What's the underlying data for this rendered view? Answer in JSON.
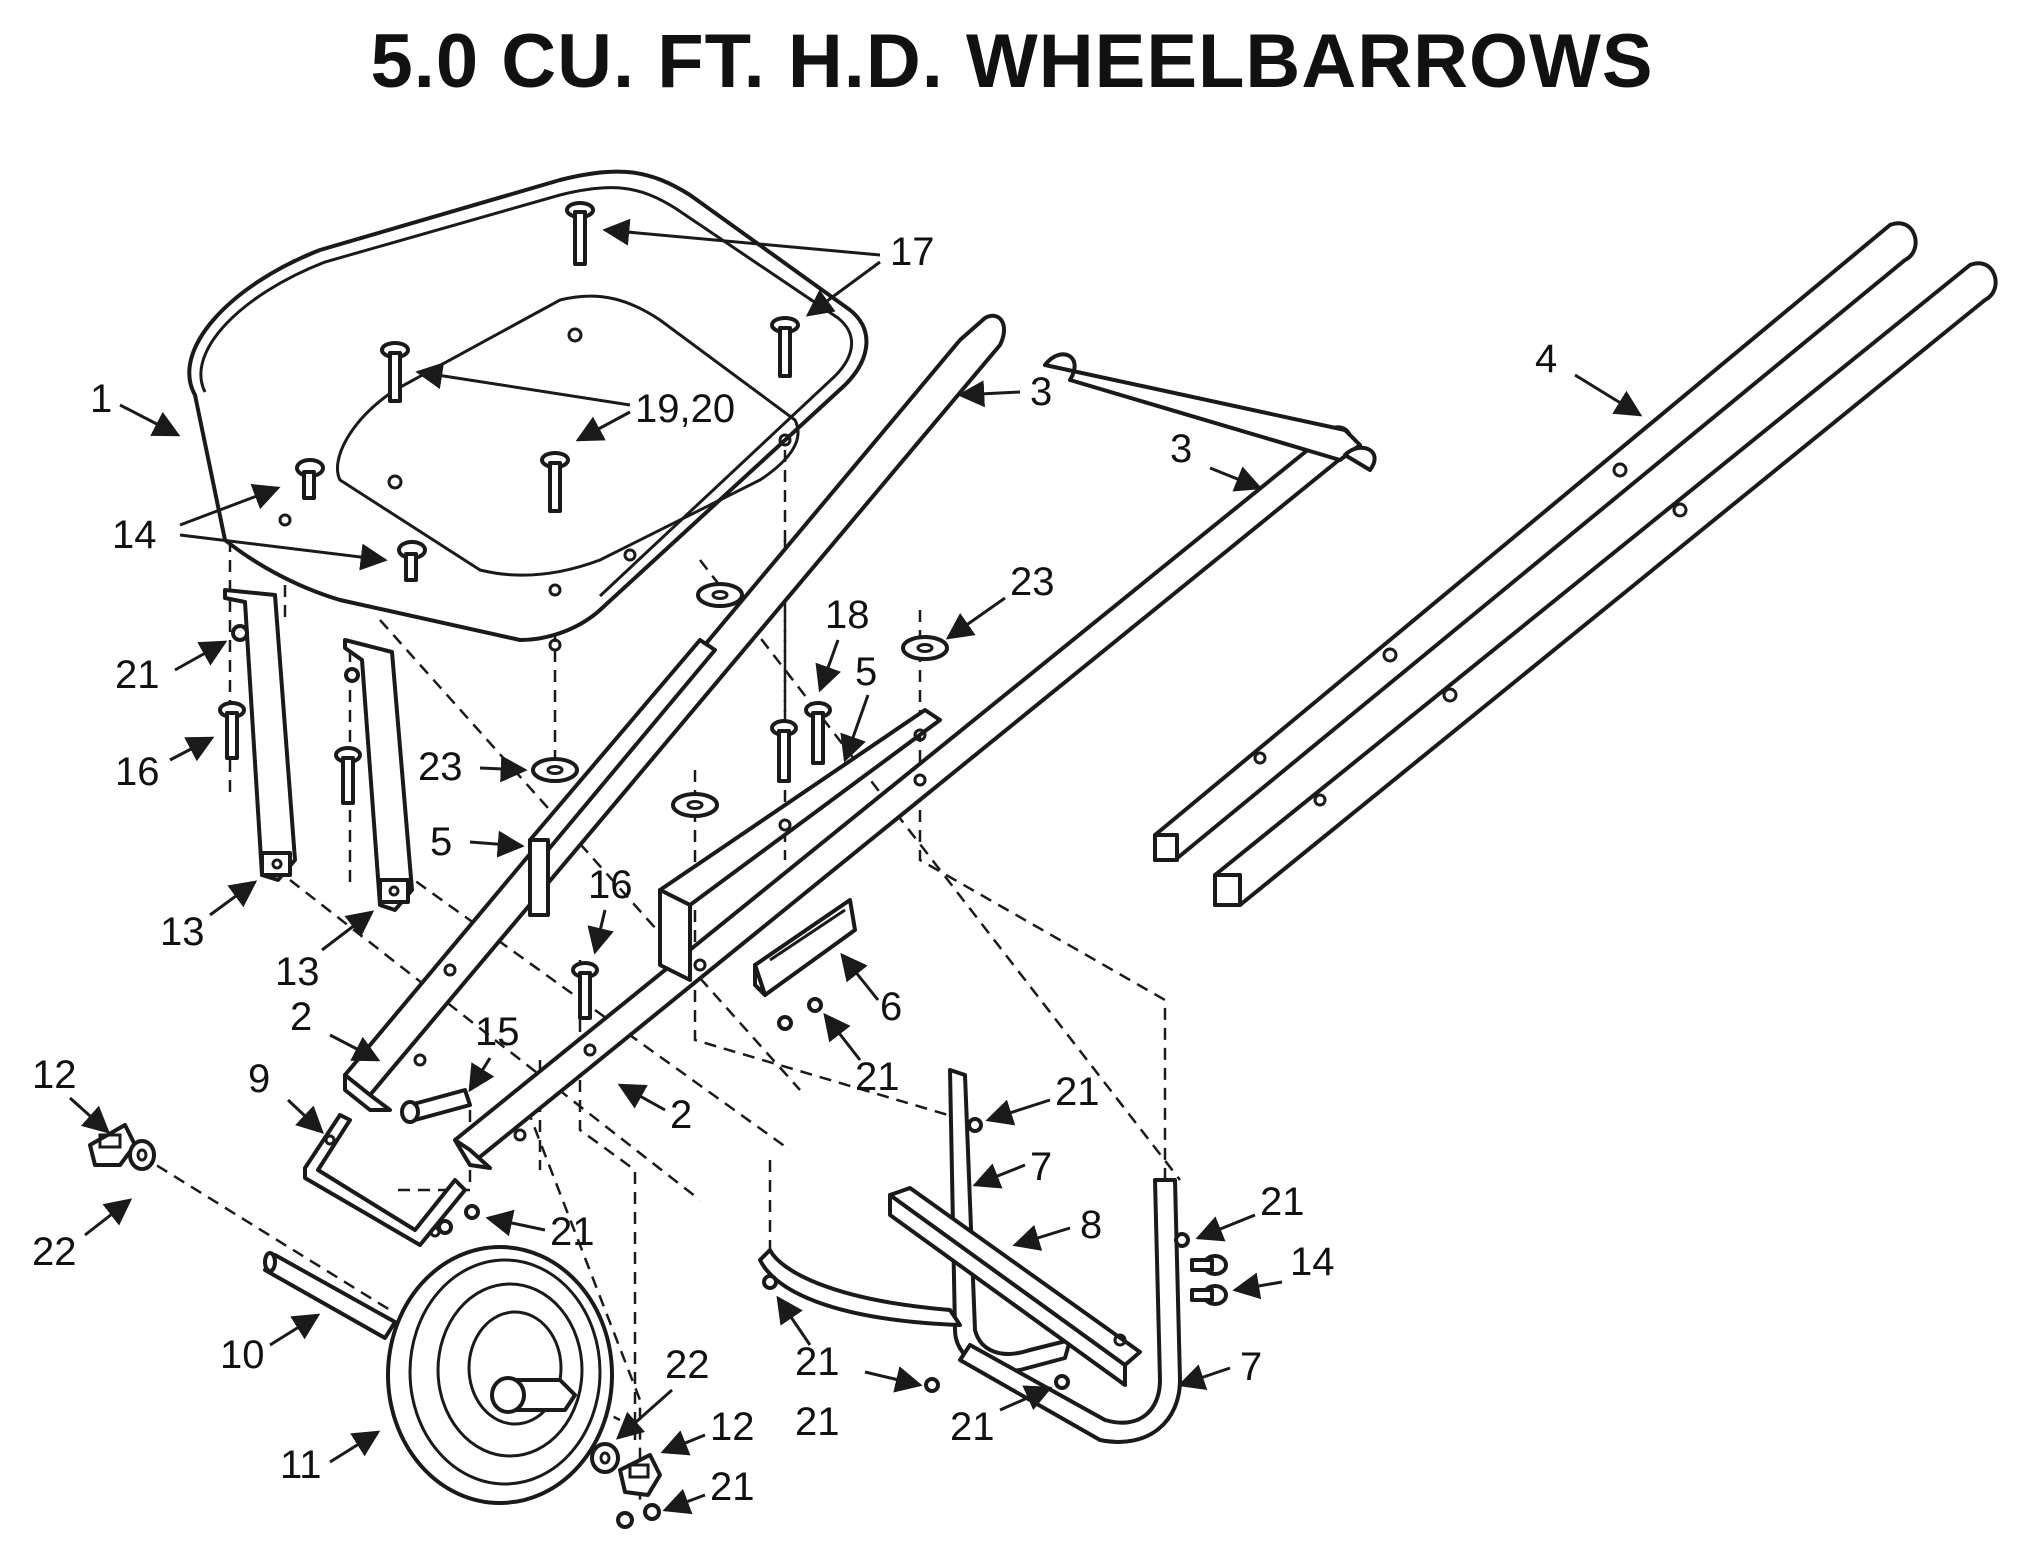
{
  "title": "5.0 CU. FT. H.D. WHEELBARROWS",
  "parts": [
    {
      "id": "tray",
      "label": "1"
    },
    {
      "id": "handle-left",
      "label": "2"
    },
    {
      "id": "handle-right",
      "label": "2"
    },
    {
      "id": "handle-extension-a",
      "label": "3"
    },
    {
      "id": "handle-extension-b",
      "label": "3"
    },
    {
      "id": "handle-pair",
      "label": "4"
    },
    {
      "id": "cross-brace-left",
      "label": "5"
    },
    {
      "id": "cross-brace-right",
      "label": "5"
    },
    {
      "id": "channel-brace",
      "label": "6"
    },
    {
      "id": "leg-front",
      "label": "7"
    },
    {
      "id": "leg-rear",
      "label": "7"
    },
    {
      "id": "leg-stabilizer",
      "label": "8"
    },
    {
      "id": "axle-bracket",
      "label": "9"
    },
    {
      "id": "axle",
      "label": "10"
    },
    {
      "id": "wheel",
      "label": "11"
    },
    {
      "id": "axle-clamp-left",
      "label": "12"
    },
    {
      "id": "axle-clamp-right",
      "label": "12"
    },
    {
      "id": "tray-brace-left",
      "label": "13"
    },
    {
      "id": "tray-brace-right",
      "label": "13"
    },
    {
      "id": "carriage-bolt-tray",
      "label": "14"
    },
    {
      "id": "carriage-bolt-leg",
      "label": "14"
    },
    {
      "id": "bolt-15",
      "label": "15"
    },
    {
      "id": "bolt-16-a",
      "label": "16"
    },
    {
      "id": "bolt-16-b",
      "label": "16"
    },
    {
      "id": "bolt-17",
      "label": "17"
    },
    {
      "id": "bolt-18",
      "label": "18"
    },
    {
      "id": "bolt-19-20",
      "label": "19,20"
    },
    {
      "id": "nut-21-a",
      "label": "21"
    },
    {
      "id": "nut-21-b",
      "label": "21"
    },
    {
      "id": "nut-21-c",
      "label": "21"
    },
    {
      "id": "nut-21-d",
      "label": "21"
    },
    {
      "id": "nut-21-e",
      "label": "21"
    },
    {
      "id": "nut-21-f",
      "label": "21"
    },
    {
      "id": "nut-21-g",
      "label": "21"
    },
    {
      "id": "nut-21-h",
      "label": "21"
    },
    {
      "id": "nut-21-i",
      "label": "21"
    },
    {
      "id": "washer-22-a",
      "label": "22"
    },
    {
      "id": "washer-22-b",
      "label": "22"
    },
    {
      "id": "washer-23-a",
      "label": "23"
    },
    {
      "id": "washer-23-b",
      "label": "23"
    }
  ]
}
